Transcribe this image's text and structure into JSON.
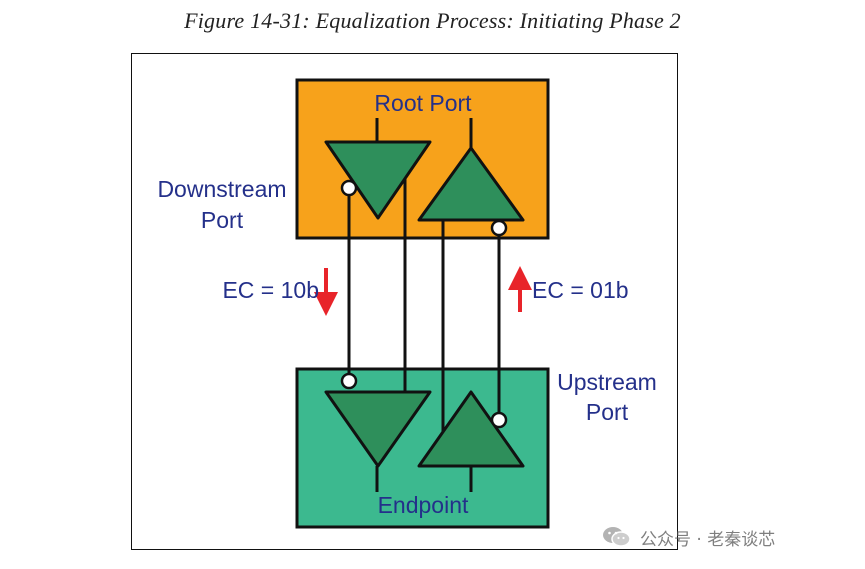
{
  "caption": "Figure 14-31: Equalization Process: Initiating Phase 2",
  "labels": {
    "root_port": "Root Port",
    "downstream_port_line1": "Downstream",
    "downstream_port_line2": "Port",
    "upstream_port_line1": "Upstream",
    "upstream_port_line2": "Port",
    "endpoint": "Endpoint",
    "ec_down": "EC = 10b",
    "ec_up": "EC = 01b"
  },
  "colors": {
    "root_box": "#f7a21b",
    "endpoint_box": "#3cb98f",
    "triangle": "#2e8f5b",
    "label_text": "#24308a",
    "arrow": "#e8242a"
  },
  "watermark": {
    "text": "公众号 · 老秦谈芯",
    "icon": "wechat-icon"
  }
}
